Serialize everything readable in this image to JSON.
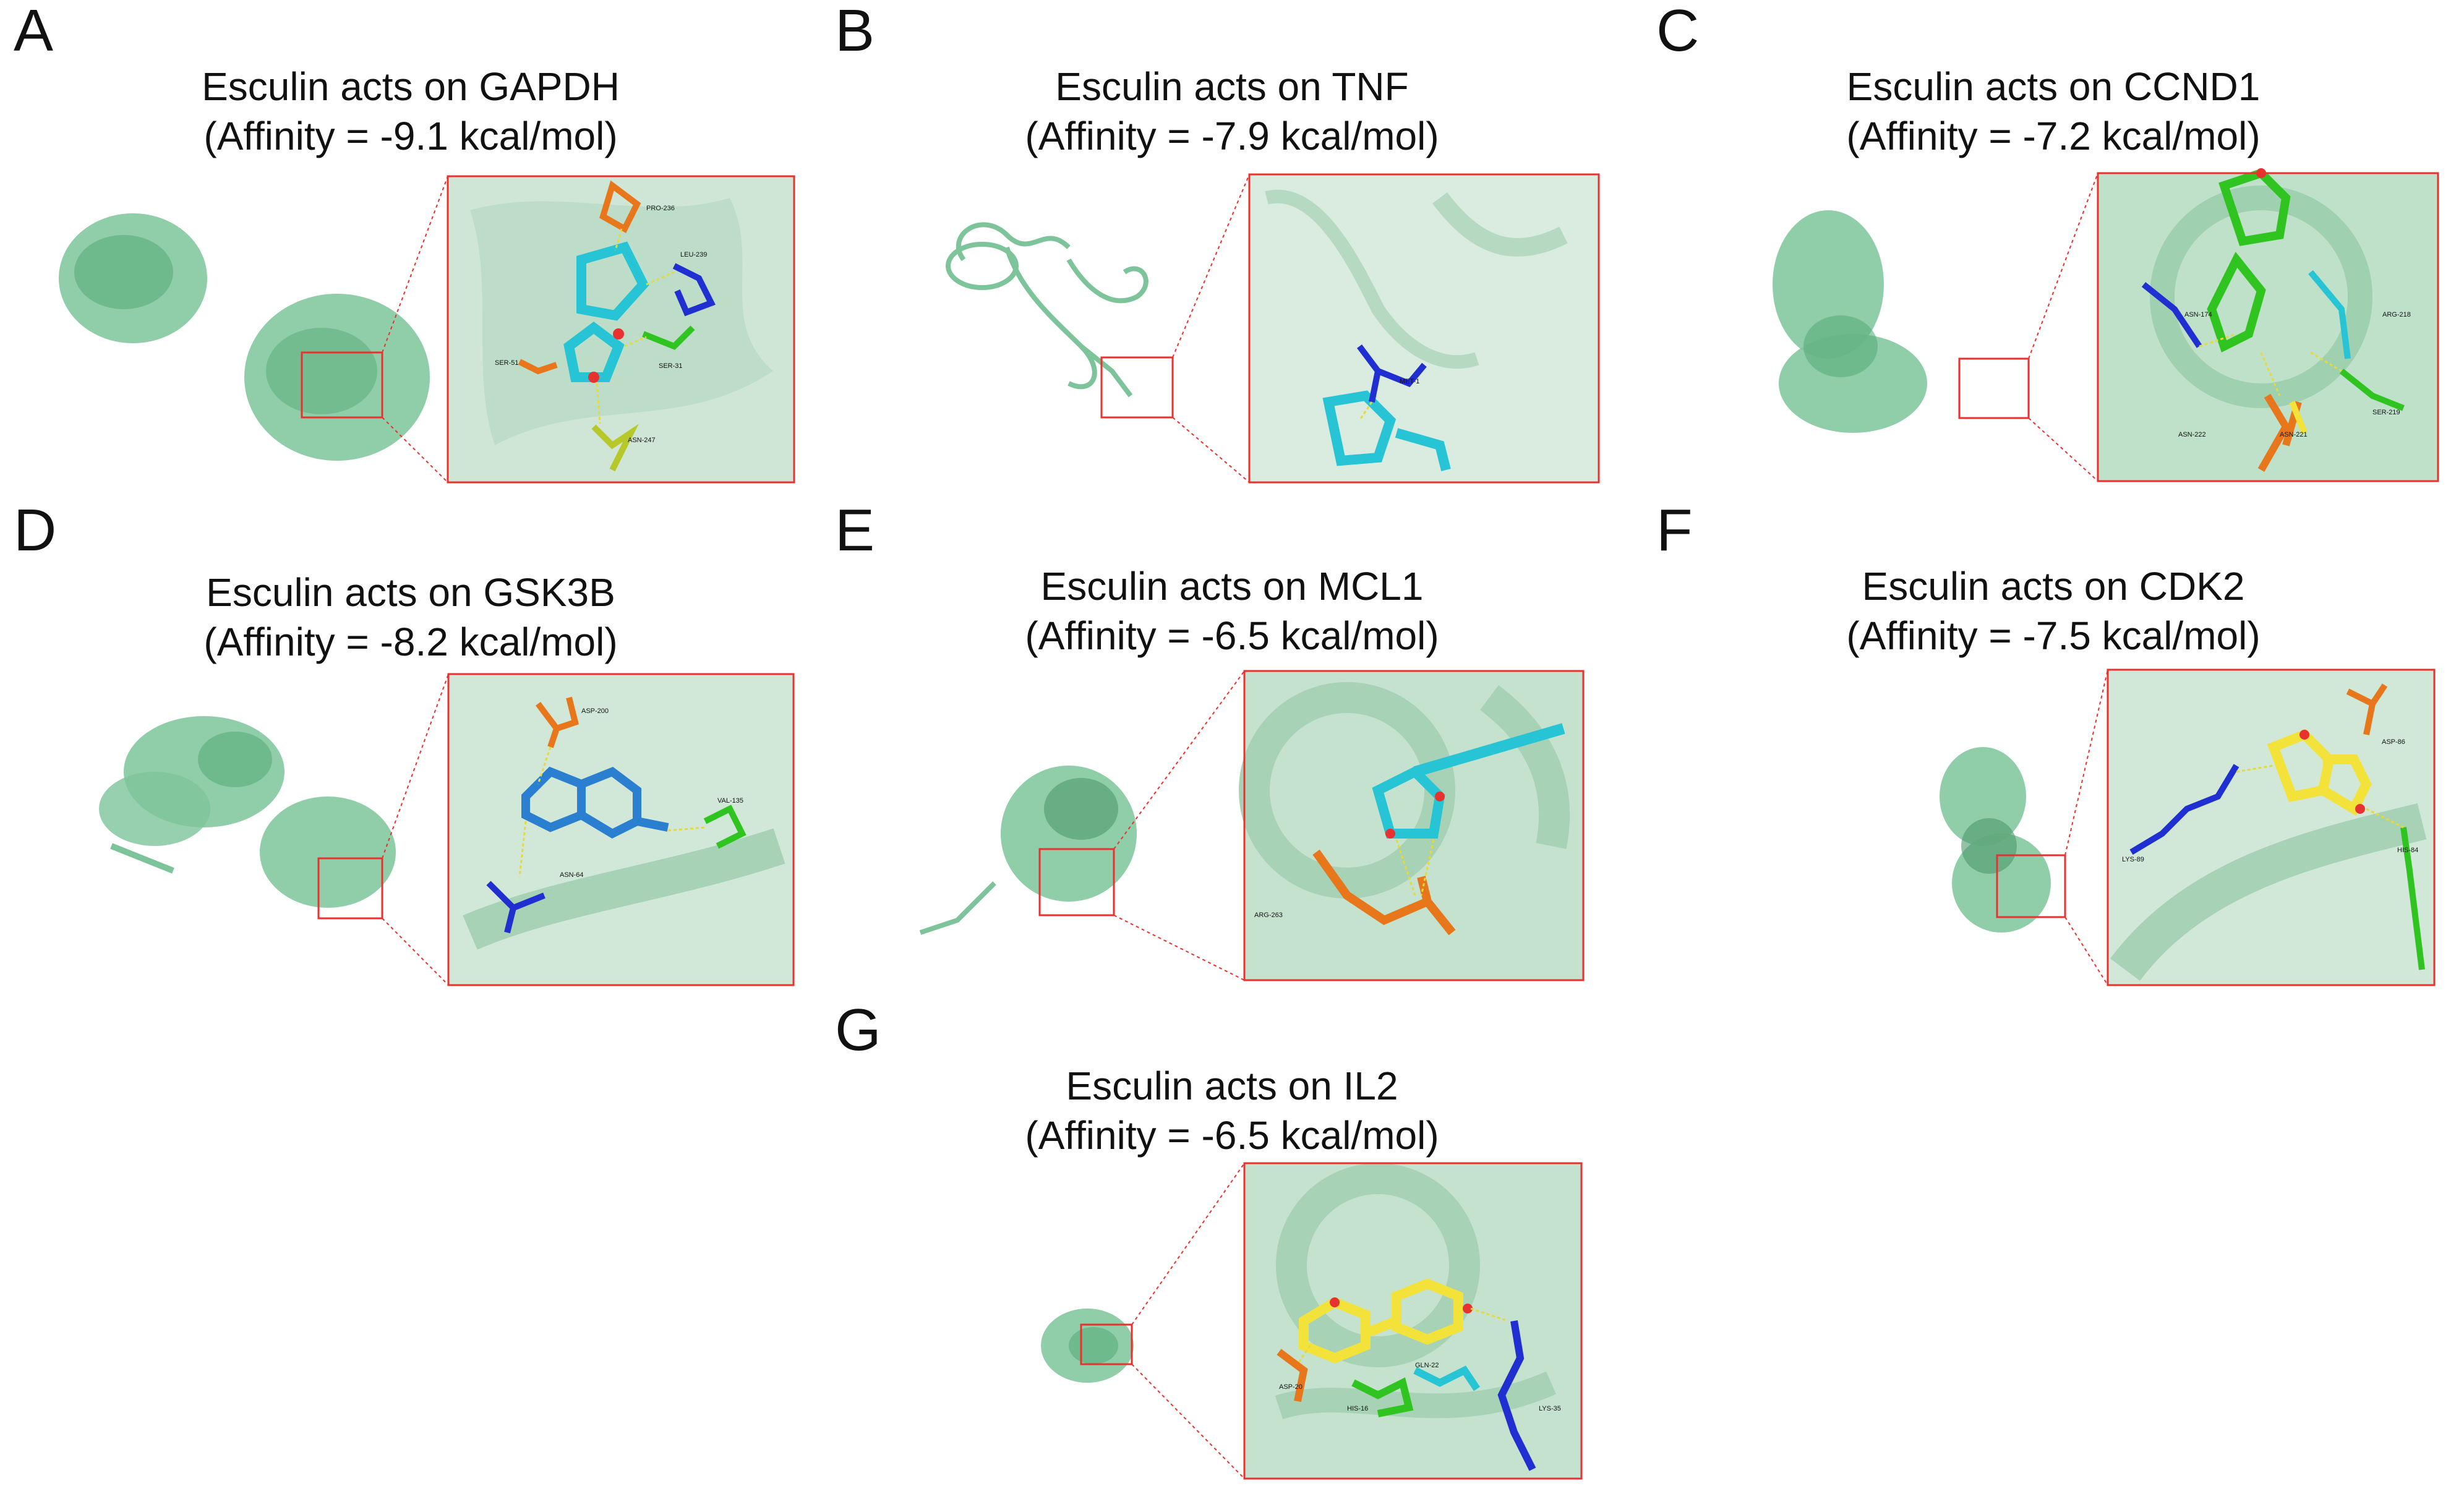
{
  "panels": [
    {
      "letter": "A",
      "title": "Esculin acts on GAPDH",
      "affinity": "(Affinity = -9.1 kcal/mol)",
      "residues": [
        "PRO-236",
        "LEU-239",
        "SER-51",
        "SER-31",
        "ASN-247"
      ]
    },
    {
      "letter": "B",
      "title": "Esculin acts on TNF",
      "affinity": "(Affinity = -7.9 kcal/mol)",
      "residues": [
        "MET-1"
      ]
    },
    {
      "letter": "C",
      "title": "Esculin acts on CCND1",
      "affinity": "(Affinity = -7.2 kcal/mol)",
      "residues": [
        "ASN-174",
        "ARG-218",
        "SER-219",
        "ASN-222",
        "ASN-221"
      ]
    },
    {
      "letter": "D",
      "title": "Esculin acts on GSK3B",
      "affinity": "(Affinity = -8.2 kcal/mol)",
      "residues": [
        "ASP-200",
        "VAL-135",
        "ASN-64"
      ]
    },
    {
      "letter": "E",
      "title": "Esculin acts on MCL1",
      "affinity": "(Affinity = -6.5 kcal/mol)",
      "residues": [
        "ARG-263"
      ]
    },
    {
      "letter": "F",
      "title": "Esculin acts on CDK2",
      "affinity": "(Affinity = -7.5 kcal/mol)",
      "residues": [
        "ASP-86",
        "LYS-89",
        "HIS-84"
      ]
    },
    {
      "letter": "G",
      "title": "Esculin acts on IL2",
      "affinity": "(Affinity = -6.5 kcal/mol)",
      "residues": [
        "ASP-20",
        "HIS-16",
        "GLN-22",
        "LYS-35"
      ]
    }
  ],
  "colors": {
    "protein": "#7dc49a",
    "protein_dark": "#4f9a6d",
    "zoom_bg": "#cfe6d6",
    "frame": "#e8322f",
    "ligand_cyan": "#27c4d6",
    "ligand_yellow": "#f2e23a",
    "oxygen": "#e8322f",
    "residue_blue": "#1f2fd1",
    "residue_orange": "#e8761a",
    "residue_green": "#2fc41f",
    "residue_lime": "#b7c92a",
    "hbond": "#e8d93a"
  }
}
